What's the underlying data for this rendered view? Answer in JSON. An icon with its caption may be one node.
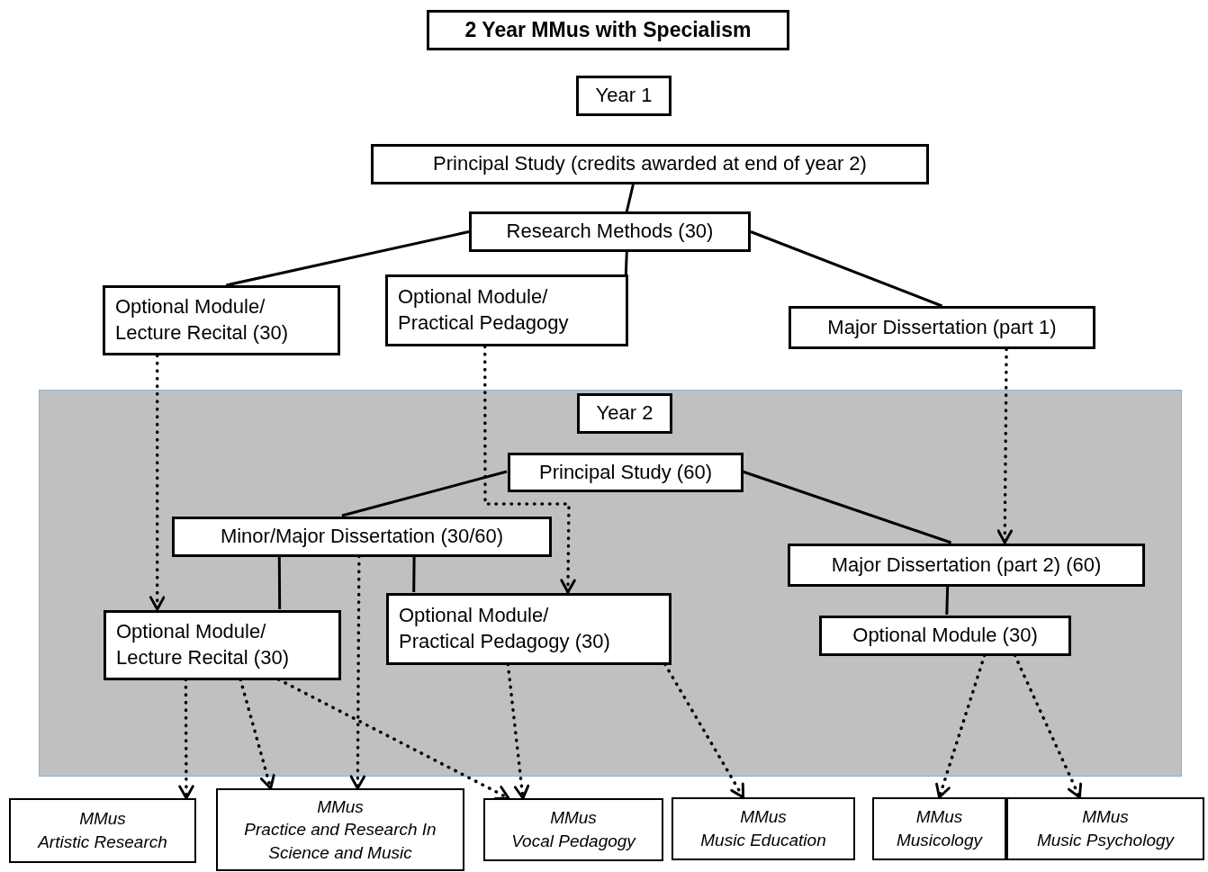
{
  "diagram": {
    "nodes": [
      {
        "text": [
          "2 Year MMus with Specialism"
        ]
      },
      {
        "text": [
          "Year 1"
        ]
      },
      {
        "text": [
          "Principal Study (credits awarded at end of year 2)"
        ]
      },
      {
        "text": [
          "Research Methods (30)"
        ]
      },
      {
        "text": [
          "Optional Module/ Lecture Recital (30)"
        ]
      },
      {
        "text": [
          "Optional Module/ Practical Pedagogy"
        ]
      },
      {
        "text": [
          "Major Dissertation (part 1)"
        ]
      },
      {
        "text": [],
        "shape": "box"
      },
      {
        "text": [
          "Year 2"
        ],
        "in": 7
      },
      {
        "text": [
          "Principal Study (60)"
        ],
        "in": 7
      },
      {
        "text": [
          "Minor/Major Dissertation (30/60)"
        ],
        "in": 7
      },
      {
        "text": [
          "Optional Module/ Lecture Recital (30)"
        ],
        "in": 7
      },
      {
        "text": [
          "Optional Module/ Practical Pedagogy (30)"
        ],
        "in": 7
      },
      {
        "text": [
          "Major Dissertation (part 2) (60)"
        ],
        "in": 7
      },
      {
        "text": [
          "Optional Module (30)"
        ],
        "in": 7
      },
      {
        "text": [
          "MMus",
          "Artistic Research"
        ]
      },
      {
        "text": [
          "MMus",
          "Practice and Research In Science and Music"
        ]
      },
      {
        "text": [
          "MMus",
          "Vocal Pedagogy"
        ]
      },
      {
        "text": [
          "MMus",
          "Music Education"
        ]
      },
      {
        "text": [
          "MMus",
          "Musicology"
        ]
      },
      {
        "text": [
          "MMus",
          "Music Psychology"
        ]
      }
    ],
    "edges": [
      {
        "from": 2,
        "to": 3,
        "arrow": "none"
      },
      {
        "from": 3,
        "to": 4,
        "arrow": "none"
      },
      {
        "from": 3,
        "to": 5,
        "arrow": "none"
      },
      {
        "from": 3,
        "to": 6,
        "arrow": "none"
      },
      {
        "from": 4,
        "to": 11,
        "arrow": "to",
        "style": "dashed"
      },
      {
        "from": 5,
        "to": 12,
        "arrow": "to",
        "style": "dashed"
      },
      {
        "from": 6,
        "to": 13,
        "arrow": "to",
        "style": "dashed"
      },
      {
        "from": 9,
        "to": 10,
        "arrow": "none"
      },
      {
        "from": 9,
        "to": 13,
        "arrow": "none"
      },
      {
        "from": 10,
        "to": 11,
        "arrow": "none"
      },
      {
        "from": 10,
        "to": 12,
        "arrow": "none"
      },
      {
        "from": 13,
        "to": 14,
        "arrow": "none"
      },
      {
        "from": 11,
        "to": 15,
        "arrow": "to",
        "style": "dashed"
      },
      {
        "from": 11,
        "to": 16,
        "arrow": "to",
        "style": "dashed"
      },
      {
        "from": 11,
        "to": 17,
        "arrow": "to",
        "style": "dashed"
      },
      {
        "from": 10,
        "to": 16,
        "arrow": "to",
        "style": "dashed"
      },
      {
        "from": 12,
        "to": 17,
        "arrow": "to",
        "style": "dashed"
      },
      {
        "from": 12,
        "to": 18,
        "arrow": "to",
        "style": "dashed"
      },
      {
        "from": 14,
        "to": 19,
        "arrow": "to",
        "style": "dashed"
      },
      {
        "from": 14,
        "to": 20,
        "arrow": "to",
        "style": "dashed"
      }
    ]
  }
}
